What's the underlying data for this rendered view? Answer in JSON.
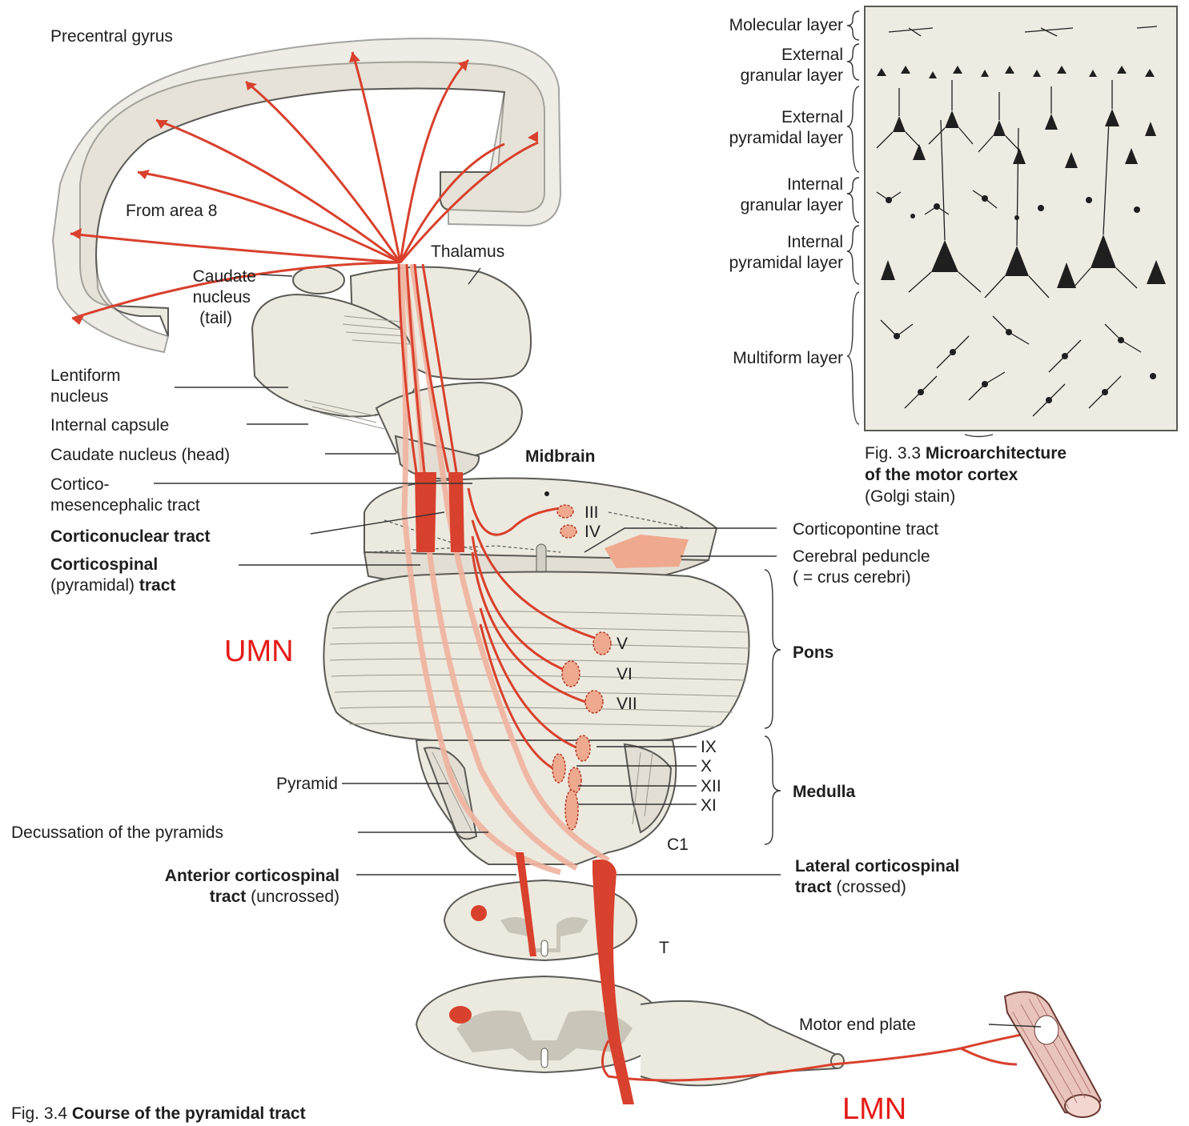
{
  "labels": {
    "precentral_gyrus": "Precentral gyrus",
    "from_area_8": "From area 8",
    "thalamus": "Thalamus",
    "caudate_tail_1": "Caudate",
    "caudate_tail_2": "nucleus",
    "caudate_tail_3": "(tail)",
    "lentiform_1": "Lentiform",
    "lentiform_2": "nucleus",
    "internal_capsule": "Internal capsule",
    "caudate_head": "Caudate nucleus (head)",
    "midbrain": "Midbrain",
    "cortico_mes_1": "Cortico-",
    "cortico_mes_2": "mesencephalic tract",
    "corticonuclear": "Corticonuclear tract",
    "corticospinal_1": "Corticospinal",
    "corticospinal_2a": "(pyramidal) ",
    "corticospinal_2b": "tract",
    "umn": "UMN",
    "pyramid": "Pyramid",
    "decussation": "Decussation of the pyramids",
    "anterior_cst_1": "Anterior corticospinal",
    "anterior_cst_2a": "tract",
    "anterior_cst_2b": " (uncrossed)",
    "corticopontine": "Corticopontine tract",
    "cerebral_peduncle_1": "Cerebral peduncle",
    "cerebral_peduncle_2": "( = crus cerebri)",
    "pons": "Pons",
    "medulla": "Medulla",
    "lateral_cst_1": "Lateral corticospinal",
    "lateral_cst_2a": "tract",
    "lateral_cst_2b": " (crossed)",
    "motor_end_plate": "Motor end plate",
    "lmn": "LMN",
    "level_c1": "C1",
    "level_t": "T",
    "nerve_iii": "III",
    "nerve_iv": "IV",
    "nerve_v": "V",
    "nerve_vi": "VI",
    "nerve_vii": "VII",
    "nerve_ix": "IX",
    "nerve_x": "X",
    "nerve_xii": "XII",
    "nerve_xi": "XI"
  },
  "cortex_layers": {
    "molecular": "Molecular layer",
    "ext_gran_1": "External",
    "ext_gran_2": "granular layer",
    "ext_pyr_1": "External",
    "ext_pyr_2": "pyramidal layer",
    "int_gran_1": "Internal",
    "int_gran_2": "granular layer",
    "int_pyr_1": "Internal",
    "int_pyr_2": "pyramidal layer",
    "multiform": "Multiform layer"
  },
  "captions": {
    "fig33_1a": "Fig. 3.3 ",
    "fig33_1b": "Microarchitecture",
    "fig33_2": "of the motor cortex",
    "fig33_3": "(Golgi stain)",
    "fig34a": "Fig. 3.4 ",
    "fig34b": "Course of the pyramidal tract"
  },
  "colors": {
    "tract_red": "#d8412d",
    "tract_pale": "#efb39f",
    "tissue": "#ece9df",
    "annotation_red": "#e41b17"
  }
}
